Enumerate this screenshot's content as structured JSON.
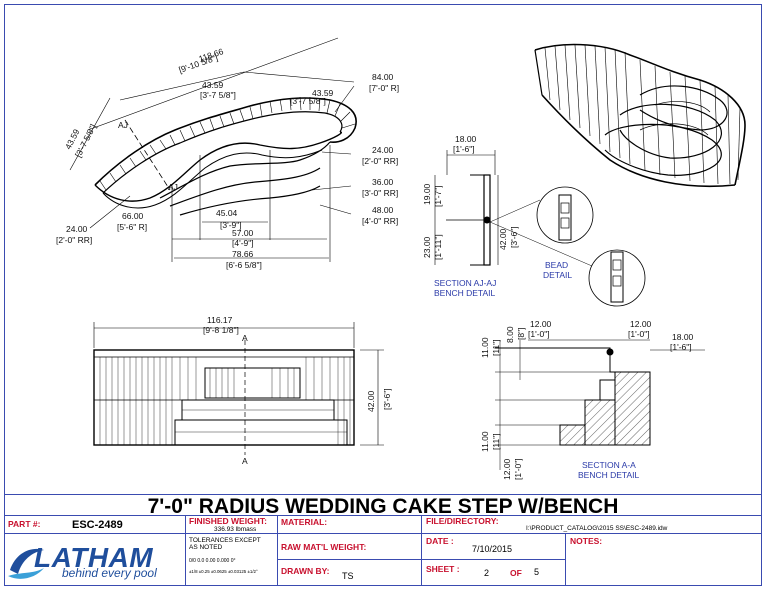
{
  "drawing": {
    "plan_dims": {
      "overall": "118.66",
      "overall_ft": "[9'-10 5/8\"]",
      "seg1": "43.59",
      "seg1_ft": "[3'-7 5/8\"]",
      "seg2": "43.59",
      "seg2_ft": "[3'-7 5/8\"]",
      "seg3": "43.59",
      "seg3_ft": "[3'-7 5/8\"]",
      "r84": "84.00",
      "r84_ft": "[7'-0\" R]",
      "rr24a": "24.00",
      "rr24a_ft": "[2'-0\" RR]",
      "rr36": "36.00",
      "rr36_ft": "[3'-0\" RR]",
      "rr48": "48.00",
      "rr48_ft": "[4'-0\" RR]",
      "rr24b": "24.00",
      "rr24b_ft": "[2'-0\" RR]",
      "r66": "66.00",
      "r66_ft": "[5'-6\" R]",
      "w45": "45.04",
      "w45_ft": "[3'-9\"]",
      "w57": "57.00",
      "w57_ft": "[4'-9\"]",
      "w78": "78.66",
      "w78_ft": "[6'-6 5/8\"]",
      "aj": "AJ"
    },
    "elev_dims": {
      "w116": "116.17",
      "w116_ft": "[9'-8 1/8\"]",
      "h42": "42.00",
      "h42_ft": "[3'-6\"]",
      "cut": "A"
    },
    "section_aj": {
      "w18": "18.00",
      "w18_ft": "[1'-6\"]",
      "h19": "19.00",
      "h19_ft": "[1'-7\"]",
      "h23": "23.00",
      "h23_ft": "[1'-11\"]",
      "h42": "42.00",
      "h42_ft": "[3'-6\"]",
      "title1": "SECTION AJ-AJ",
      "title2": "BENCH DETAIL"
    },
    "bead": {
      "title1": "BEAD",
      "title2": "DETAIL"
    },
    "section_a": {
      "w12a": "12.00",
      "w12a_ft": "[1'-0\"]",
      "w12b": "12.00",
      "w12b_ft": "[1'-0\"]",
      "w18": "18.00",
      "w18_ft": "[1'-6\"]",
      "h8": "8.00",
      "h8_ft": "[8\"]",
      "h11a": "11.00",
      "h11a_ft": "[11\"]",
      "h11b": "11.00",
      "h11b_ft": "[11\"]",
      "h12": "12.00",
      "h12_ft": "[1'-0\"]",
      "title1": "SECTION A-A",
      "title2": "BENCH DETAIL"
    }
  },
  "title_block": {
    "title": "7'-0\" RADIUS WEDDING CAKE STEP W/BENCH",
    "part_label": "PART #:",
    "part_value": "ESC-2489",
    "finished_weight_label": "FINISHED WEIGHT:",
    "finished_weight_value": "336.93 lbmass",
    "material_label": "MATERIAL:",
    "file_label": "FILE/DIRECTORY:",
    "file_value": "I:\\PRODUCT_CATALOG\\2015 SS\\ESC-2489.idw",
    "tolerances_label": "TOLERANCES EXCEPT AS NOTED",
    "tol_row1": "0/0   0.0   0.00   0.000   0°",
    "tol_row2": "±1/8  ±0.25  ±0.0625  ±0.03125  ±1/2°",
    "raw_weight_label": "RAW MAT'L WEIGHT:",
    "date_label": "DATE :",
    "date_value": "7/10/2015",
    "notes_label": "NOTES:",
    "drawn_by_label": "DRAWN BY:",
    "drawn_by_value": "TS",
    "sheet_label": "SHEET :",
    "sheet_value": "2",
    "of_label": "OF",
    "of_value": "5",
    "logo_text": "LATHAM",
    "logo_tagline": "behind every pool"
  }
}
